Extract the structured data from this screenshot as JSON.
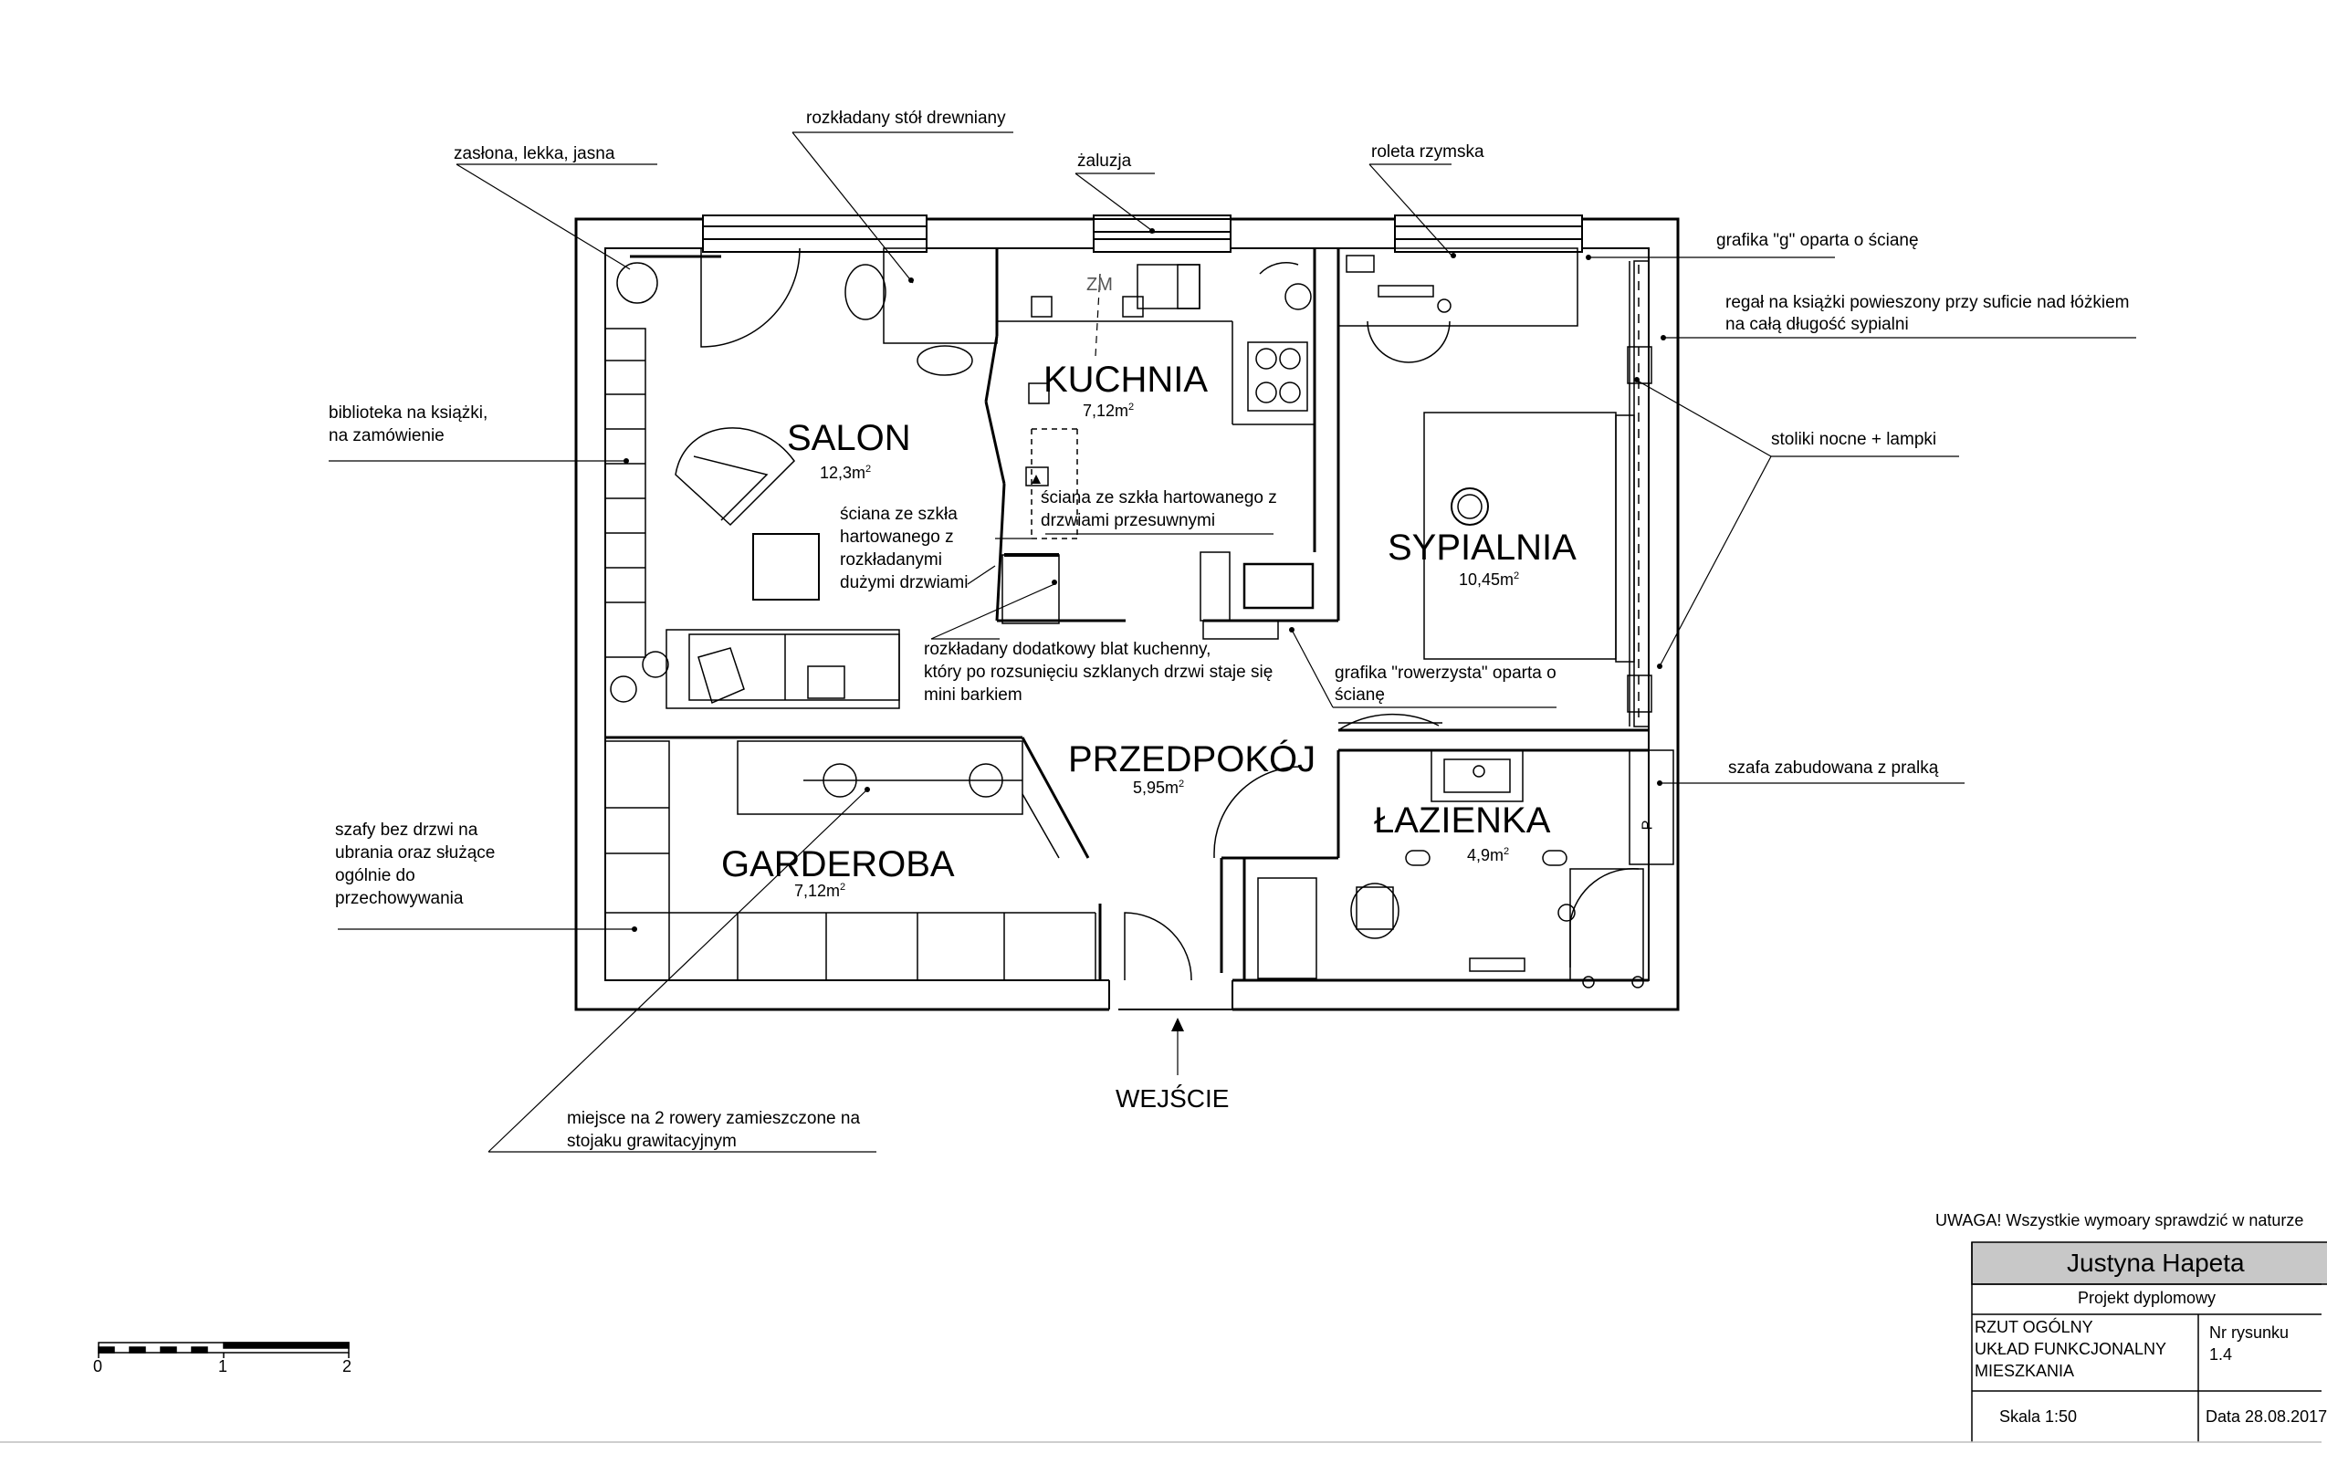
{
  "rooms": {
    "salon": {
      "name": "SALON",
      "area": "12,3m",
      "unit": "2"
    },
    "kuchnia": {
      "name": "KUCHNIA",
      "area": "7,12m",
      "unit": "2"
    },
    "sypialnia": {
      "name": "SYPIALNIA",
      "area": "10,45m",
      "unit": "2"
    },
    "przedpokoj": {
      "name": "PRZEDPOKÓJ",
      "area": "5,95m",
      "unit": "2"
    },
    "lazienka": {
      "name": "ŁAZIENKA",
      "area": "4,9m",
      "unit": "2"
    },
    "garderoba": {
      "name": "GARDEROBA",
      "area": "7,12m",
      "unit": "2"
    }
  },
  "entrance": "WEJŚCIE",
  "kitchen_tag": "ZM",
  "wm_tag": "P",
  "annotations": {
    "zaslona": "zasłona, lekka, jasna",
    "stol": "rozkładany stół drewniany",
    "zaluzja": "żaluzja",
    "roleta": "roleta rzymska",
    "grafika_g": "grafika \"g\" oparta o ścianę",
    "regal_1": "regał na książki powieszony przy suficie nad łóżkiem",
    "regal_2": "na całą długość sypialni",
    "biblioteka_1": "biblioteka na książki,",
    "biblioteka_2": "na zamówienie",
    "stoliki": "stoliki nocne + lampki",
    "sciana_salon_1": "ściana ze szkła",
    "sciana_salon_2": "hartowanego z",
    "sciana_salon_3": "rozkładanymi",
    "sciana_salon_4": "dużymi drzwiami",
    "sciana_kuchnia_1": "ściana ze szkła hartowanego z",
    "sciana_kuchnia_2": "drzwiami przesuwnymi",
    "blat_1": "rozkładany dodatkowy blat kuchenny,",
    "blat_2": "który po rozsunięciu szklanych drzwi staje się",
    "blat_3": "mini barkiem",
    "grafika_row_1": "grafika \"rowerzysta\" oparta o",
    "grafika_row_2": "ścianę",
    "szafa_pralka": "szafa zabudowana z pralką",
    "szafy_1": "szafy bez drzwi na",
    "szafy_2": "ubrania oraz służące",
    "szafy_3": "ogólnie do",
    "szafy_4": "przechowywania",
    "rowery_1": "miejsce na 2 rowery zamieszczone na",
    "rowery_2": "stojaku grawitacyjnym"
  },
  "title_block": {
    "warning": "UWAGA! Wszystkie wymoary sprawdzić w naturze",
    "author": "Justyna Hapeta",
    "project": "Projekt dyplomowy",
    "drawing_1": "RZUT OGÓLNY",
    "drawing_2": "UKŁAD FUNKCJONALNY",
    "drawing_3": "MIESZKANIA",
    "number_label": "Nr rysunku",
    "number": "1.4",
    "scale": "Skala 1:50",
    "date": "Data 28.08.2017"
  },
  "scale_bar": {
    "ticks": [
      "0",
      "1",
      "2"
    ]
  }
}
